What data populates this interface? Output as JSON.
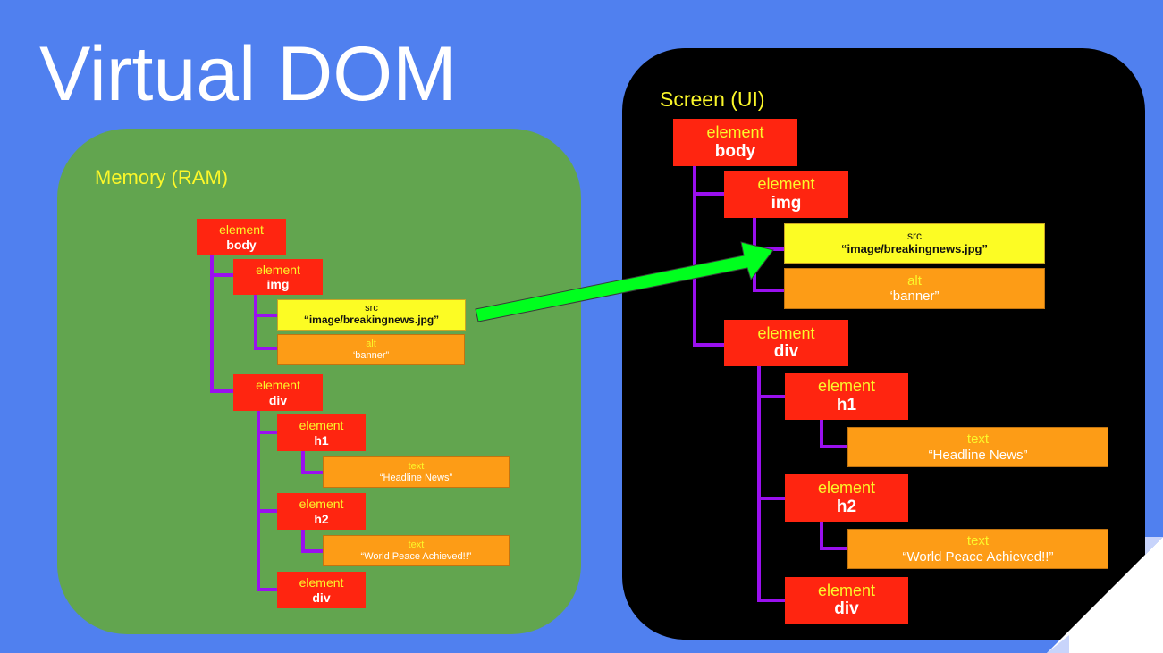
{
  "title": "Virtual DOM",
  "memory_panel": {
    "label": "Memory (RAM)",
    "nodes": {
      "body": {
        "kind": "element",
        "name": "body"
      },
      "img": {
        "kind": "element",
        "name": "img"
      },
      "src": {
        "kind": "src",
        "value": "“image/breakingnews.jpg”"
      },
      "alt": {
        "kind": "alt",
        "value": "‘banner”"
      },
      "div": {
        "kind": "element",
        "name": "div"
      },
      "h1": {
        "kind": "element",
        "name": "h1"
      },
      "h1_text": {
        "kind": "text",
        "value": "“Headline News”"
      },
      "h2": {
        "kind": "element",
        "name": "h2"
      },
      "h2_text": {
        "kind": "text",
        "value": "“World Peace Achieved!!”"
      },
      "div2": {
        "kind": "element",
        "name": "div"
      }
    }
  },
  "screen_panel": {
    "label": "Screen (UI)",
    "nodes": {
      "body": {
        "kind": "element",
        "name": "body"
      },
      "img": {
        "kind": "element",
        "name": "img"
      },
      "src": {
        "kind": "src",
        "value": "“image/breakingnews.jpg”"
      },
      "alt": {
        "kind": "alt",
        "value": "‘banner”"
      },
      "div": {
        "kind": "element",
        "name": "div"
      },
      "h1": {
        "kind": "element",
        "name": "h1"
      },
      "h1_text": {
        "kind": "text",
        "value": "“Headline News”"
      },
      "h2": {
        "kind": "element",
        "name": "h2"
      },
      "h2_text": {
        "kind": "text",
        "value": "“World Peace Achieved!!”"
      },
      "div2": {
        "kind": "element",
        "name": "div"
      }
    }
  },
  "arrow": {
    "from": "memory_panel.src",
    "to": "screen_panel.src",
    "color": "#00ff1e"
  },
  "colors": {
    "background": "#5080ef",
    "memory_panel": "#62a54f",
    "screen_panel": "#000000",
    "element_box": "#ff2510",
    "src_box": "#fcfc24",
    "attr_box": "#fd9c16",
    "connector": "#9a10ef",
    "label": "#fbf72a"
  }
}
